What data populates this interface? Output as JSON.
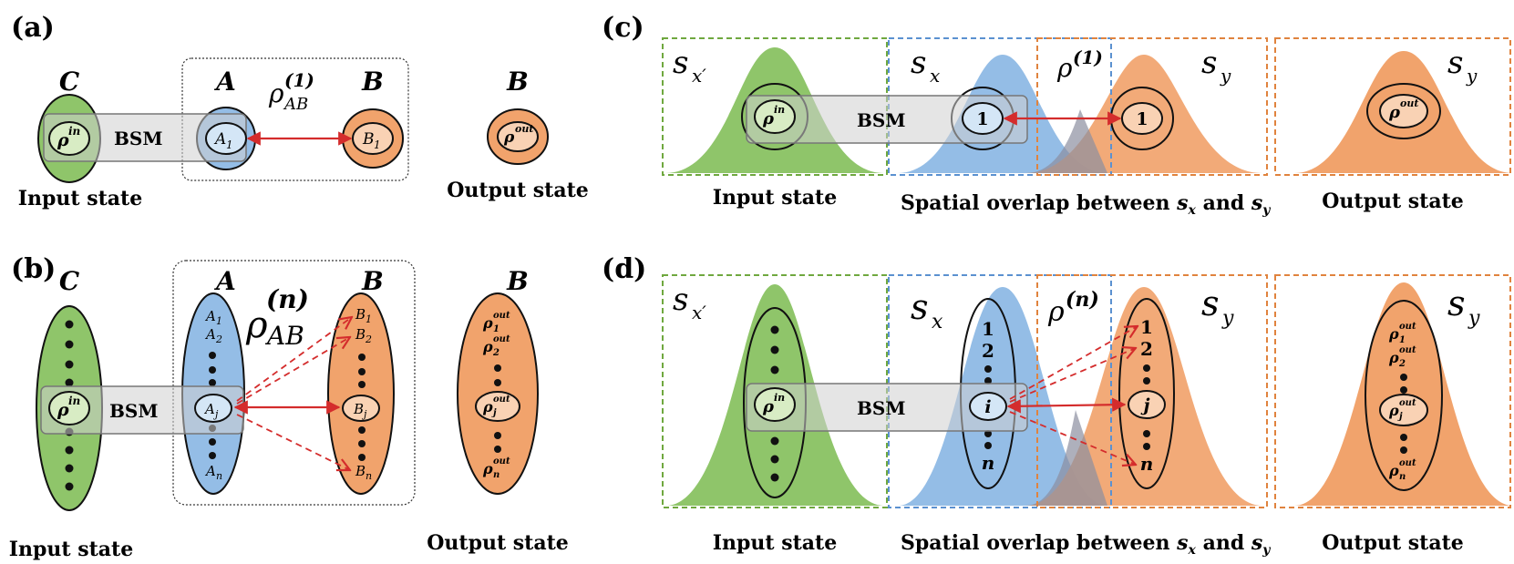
{
  "colors": {
    "green": "#8fc56a",
    "green_light": "#d8ecc4",
    "blue": "#94bde6",
    "blue_light": "#d4e6f6",
    "orange": "#f1a36c",
    "orange_light": "#f9d2b4",
    "arrow": "#d42c2c",
    "bsm_box": "#cfcfcf"
  },
  "icons": [
    "solid-red-arrow",
    "dashed-red-arrow",
    "gaussian-curve",
    "dashed-frame"
  ],
  "panels": {
    "a": {
      "label": "(a)",
      "C": "C",
      "A": "A",
      "B": "B",
      "B_out": "B",
      "rho": "ρ",
      "rho_sup": "(1)",
      "rho_sub": "AB",
      "rho_in": "ρ",
      "rho_in_sup": "in",
      "bsm": "BSM",
      "A1": "A",
      "A1_sub": "1",
      "B1": "B",
      "B1_sub": "1",
      "rho_out": "ρ",
      "rho_out_sup": "out",
      "input": "Input state",
      "output": "Output state"
    },
    "b": {
      "label": "(b)",
      "C": "C",
      "A": "A",
      "B": "B",
      "B_out": "B",
      "rho": "ρ",
      "rho_sup": "(n)",
      "rho_sub": "AB",
      "rho_in": "ρ",
      "rho_in_sup": "in",
      "bsm": "BSM",
      "A1": "A",
      "A1_sub": "1",
      "A2": "A",
      "A2_sub": "2",
      "Aj": "A",
      "Aj_sub": "j",
      "An": "A",
      "An_sub": "n",
      "B1": "B",
      "B1_sub": "1",
      "B2": "B",
      "B2_sub": "2",
      "Bj": "B",
      "Bj_sub": "j",
      "Bn": "B",
      "Bn_sub": "n",
      "out1": "ρ",
      "out1_sup": "out",
      "out1_sub": "1",
      "out2": "ρ",
      "out2_sup": "out",
      "out2_sub": "2",
      "outj": "ρ",
      "outj_sup": "out",
      "outj_sub": "j",
      "outn": "ρ",
      "outn_sup": "out",
      "outn_sub": "n",
      "input": "Input state",
      "output": "Output state"
    },
    "c": {
      "label": "(c)",
      "s": "s",
      "sx_prime_sub": "x′",
      "sx_sub": "x",
      "sy_sub": "y",
      "rho": "ρ",
      "rho_sup": "(1)",
      "rho_in": "ρ",
      "rho_in_sup": "in",
      "bsm": "BSM",
      "one_a": "1",
      "one_b": "1",
      "rho_out": "ρ",
      "rho_out_sup": "out",
      "input": "Input state",
      "overlap_pre": "Spatial overlap between ",
      "overlap_sx": "s",
      "overlap_sx_sub": "x",
      "overlap_and": " and ",
      "overlap_sy": "s",
      "overlap_sy_sub": "y",
      "output": "Output state"
    },
    "d": {
      "label": "(d)",
      "s": "s",
      "sx_prime_sub": "x′",
      "sx_sub": "x",
      "sy_sub": "y",
      "rho": "ρ",
      "rho_sup": "(n)",
      "rho_in": "ρ",
      "rho_in_sup": "in",
      "bsm": "BSM",
      "n1": "1",
      "n2": "2",
      "ni": "i",
      "nn": "n",
      "m1": "1",
      "m2": "2",
      "mj": "j",
      "mn": "n",
      "out1": "ρ",
      "out1_sup": "out",
      "out1_sub": "1",
      "out2": "ρ",
      "out2_sup": "out",
      "out2_sub": "2",
      "outj": "ρ",
      "outj_sup": "out",
      "outj_sub": "j",
      "outn": "ρ",
      "outn_sup": "out",
      "outn_sub": "n",
      "input": "Input state",
      "overlap_pre": "Spatial overlap between ",
      "overlap_sx": "s",
      "overlap_sx_sub": "x",
      "overlap_and": " and ",
      "overlap_sy": "s",
      "overlap_sy_sub": "y",
      "output": "Output state"
    }
  }
}
